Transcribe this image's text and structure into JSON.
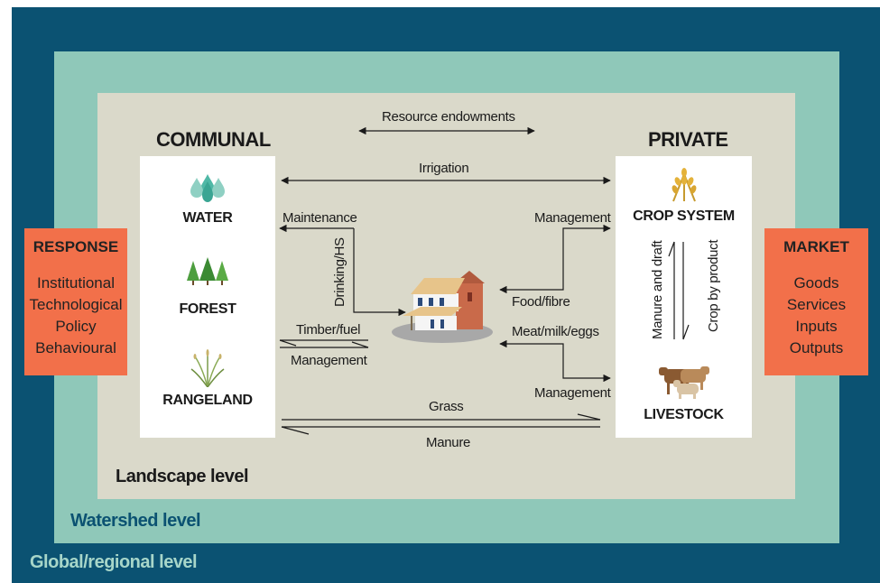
{
  "levels": {
    "global": "Global/regional level",
    "watershed": "Watershed level",
    "landscape": "Landscape level"
  },
  "communal": {
    "heading": "COMMUNAL",
    "items": [
      "WATER",
      "FOREST",
      "RANGELAND"
    ]
  },
  "private": {
    "heading": "PRIVATE",
    "items": [
      "CROP SYSTEM",
      "LIVESTOCK"
    ]
  },
  "response": {
    "title": "RESPONSE",
    "lines": [
      "Institutional",
      "Technological",
      "Policy",
      "Behavioural"
    ]
  },
  "market": {
    "title": "MARKET",
    "lines": [
      "Goods",
      "Services",
      "Inputs",
      "Outputs"
    ]
  },
  "arrows": {
    "resource_endowments": "Resource endowments",
    "irrigation": "Irrigation",
    "maintenance": "Maintenance",
    "drinking": "Drinking/HS",
    "timber_fuel": "Timber/fuel",
    "management_forest": "Management",
    "management_crop": "Management",
    "food_fibre": "Food/fibre",
    "meat_milk_eggs": "Meat/milk/eggs",
    "management_livestock": "Management",
    "manure_draft": "Manure and draft",
    "crop_by_product": "Crop by product",
    "grass": "Grass",
    "manure": "Manure"
  },
  "colors": {
    "global": "#0b5272",
    "watershed": "#8fc8b9",
    "landscape": "#dad9ca",
    "orange": "#f2704a"
  }
}
